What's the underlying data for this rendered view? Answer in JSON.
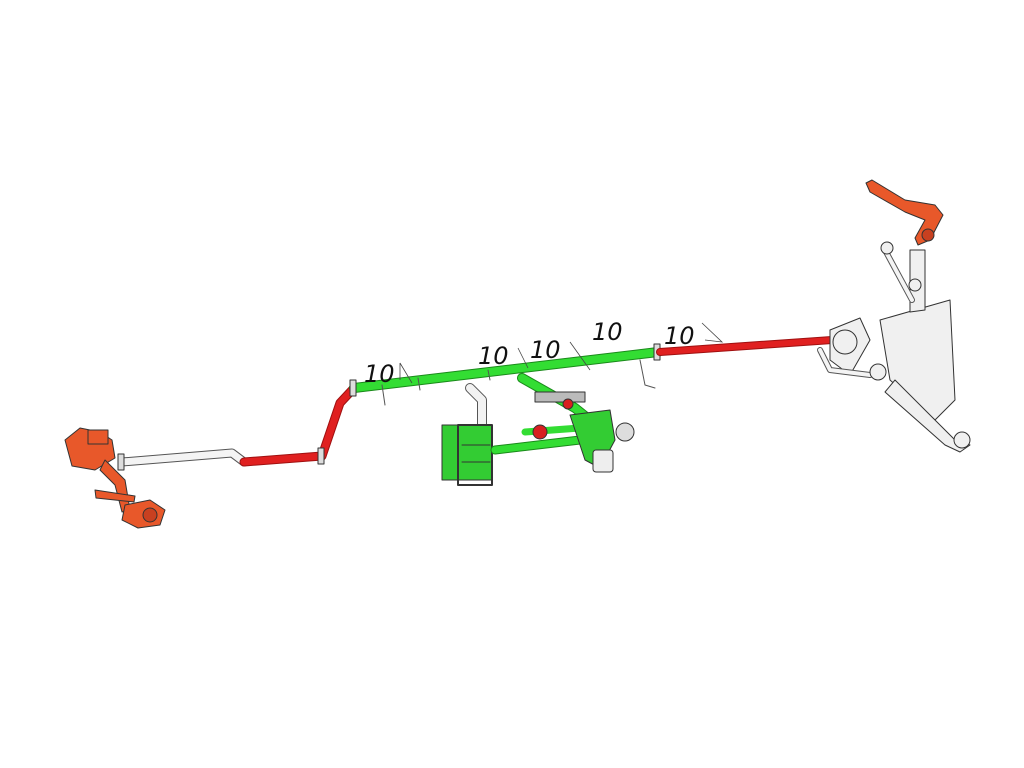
{
  "colors": {
    "hot_pipe": "#e02020",
    "main_pipe": "#33dd33",
    "equipment_orange": "#e8582a",
    "neutral_pipe": "#f2f2f2",
    "outline": "#333333"
  },
  "annotations": [
    {
      "text": "10"
    },
    {
      "text": "10"
    },
    {
      "text": "10"
    },
    {
      "text": "10"
    },
    {
      "text": "10"
    }
  ]
}
